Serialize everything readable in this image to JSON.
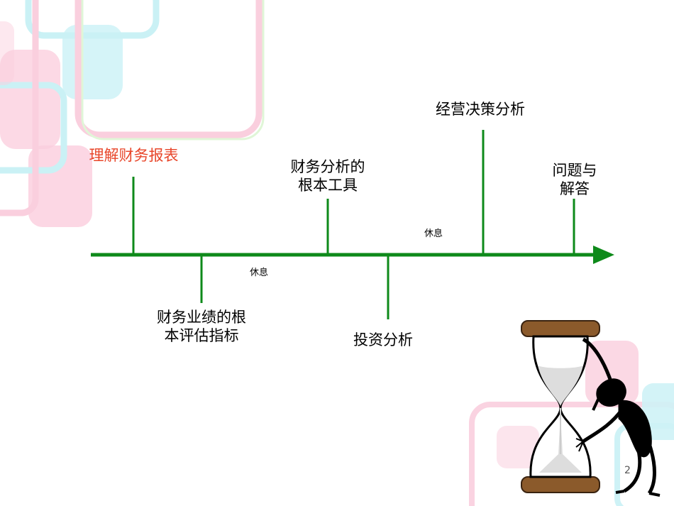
{
  "colors": {
    "timeline": "#0e8a1a",
    "accent_text": "#e8462a",
    "deco_pink": "#f7a9c4",
    "deco_cyan": "#9fe6ee",
    "deco_green": "#c8f0b8"
  },
  "timeline": {
    "above": [
      {
        "id": "understand",
        "lines": [
          "理解财务报表"
        ],
        "highlight": true
      },
      {
        "id": "tools",
        "lines": [
          "财务分析的",
          "根本工具"
        ]
      },
      {
        "id": "decision",
        "lines": [
          "经营决策分析"
        ]
      },
      {
        "id": "qa",
        "lines": [
          "问题与",
          "解答"
        ]
      }
    ],
    "below": [
      {
        "id": "performance",
        "lines": [
          "财务业绩的根",
          "本评估指标"
        ]
      },
      {
        "id": "investment",
        "lines": [
          "投资分析"
        ]
      }
    ],
    "breaks": [
      "休息",
      "休息"
    ]
  },
  "page_number": "2",
  "icons": {
    "hourglass": "hourglass-icon",
    "figure": "stick-figure-icon"
  }
}
